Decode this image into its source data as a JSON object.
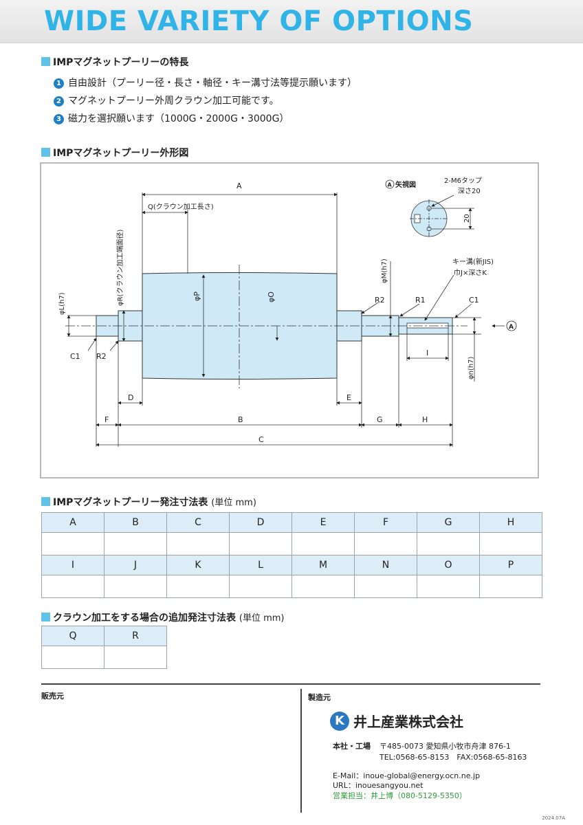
{
  "banner": {
    "title": "WIDE VARIETY OF OPTIONS"
  },
  "features": {
    "heading": "IMPマグネットプーリーの特長",
    "items": [
      {
        "num": "1",
        "text": "自由設計（プーリー径・長さ・軸径・キー溝寸法等提示願います）"
      },
      {
        "num": "2",
        "text": "マグネットプーリー外周クラウン加工可能です。"
      },
      {
        "num": "3",
        "text": "磁力を選択願います（1000G・2000G・3000G）"
      }
    ]
  },
  "drawing": {
    "heading": "IMPマグネットプーリー外形図",
    "labels": {
      "A": "A",
      "Q": "Q(クラウン加工長さ)",
      "R": "φR(クラウン加工端面径)",
      "P": "φP",
      "O": "φO",
      "L": "φL(h7)",
      "M": "φM(h7)",
      "n": "φn(h7)",
      "R2a": "R2",
      "R2b": "R2",
      "R1": "R1",
      "C1a": "C1",
      "C1b": "C1",
      "D": "D",
      "E": "E",
      "F": "F",
      "B": "B",
      "G": "G",
      "H": "H",
      "C": "C",
      "I": "I",
      "key1": "キー溝(新JIS)",
      "key2": "巾J×深さK",
      "arrowA": "A",
      "view": "矢視図",
      "view_letter": "A",
      "tap1": "2-M6タップ",
      "tap2": "深さ20",
      "dim20": "20"
    }
  },
  "order_table": {
    "heading": "IMPマグネットプーリー発注寸法表",
    "unit": "(単位 mm)",
    "row1": [
      "A",
      "B",
      "C",
      "D",
      "E",
      "F",
      "G",
      "H"
    ],
    "row2": [
      "I",
      "J",
      "K",
      "L",
      "M",
      "N",
      "O",
      "P"
    ]
  },
  "crown_table": {
    "heading": "クラウン加工をする場合の追加発注寸法表",
    "unit": "(単位 mm)",
    "headers": [
      "Q",
      "R"
    ]
  },
  "footer": {
    "seller": "販売元",
    "maker": "製造元",
    "logo_letter": "K",
    "company": "井上産業株式会社",
    "address_label": "本社・工場",
    "address": "〒485-0073 愛知県小牧市舟津 876-1",
    "tel_fax": "TEL:0568-65-8153　FAX:0568-65-8163",
    "email": "E-Mail：inoue-global@energy.ocn.ne.jp",
    "url": "URL：inouesangyou.net",
    "contact": "営業担当：井上博（080-5129-5350）",
    "version": "2024.07A"
  }
}
